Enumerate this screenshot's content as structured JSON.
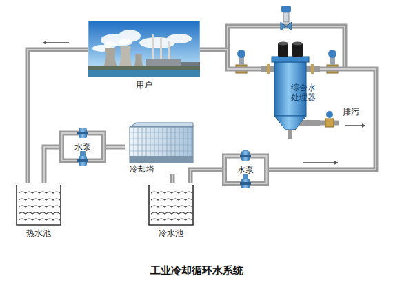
{
  "diagram": {
    "caption": "工业冷却循环水系统",
    "nodes": [
      {
        "text": [
          "用户"
        ]
      },
      {
        "text": [
          "综合水处理器"
        ]
      },
      {
        "text": [
          "水泵"
        ]
      },
      {
        "text": [
          "冷却塔"
        ]
      },
      {
        "text": [
          "水泵"
        ]
      },
      {
        "text": [
          "热水池"
        ]
      },
      {
        "text": [
          "冷水池"
        ]
      }
    ],
    "edges": [
      {
        "from": 0,
        "to": 5,
        "arrow": "none"
      },
      {
        "from": 5,
        "to": 2,
        "arrow": "none"
      },
      {
        "from": 2,
        "to": 3,
        "arrow": "none"
      },
      {
        "from": 3,
        "to": 6,
        "arrow": "none"
      },
      {
        "from": 6,
        "to": 4,
        "arrow": "none"
      },
      {
        "from": 4,
        "to": 1,
        "arrow": "none"
      },
      {
        "from": 1,
        "to": 0,
        "arrow": "none"
      }
    ],
    "labels": [
      "排污"
    ]
  }
}
